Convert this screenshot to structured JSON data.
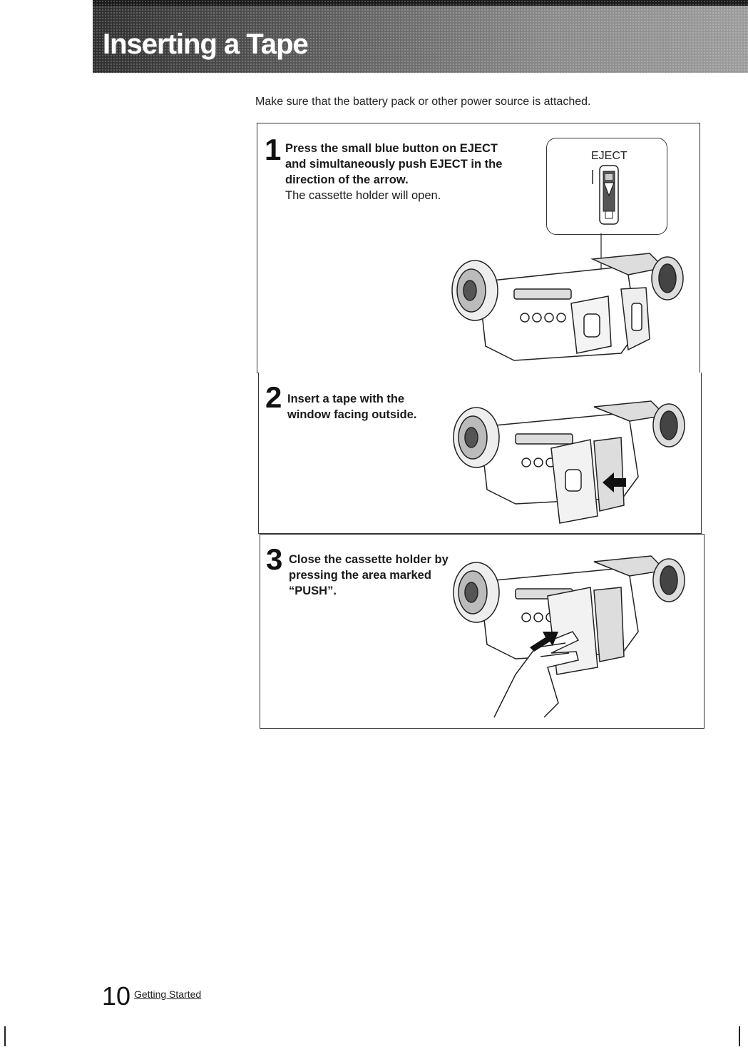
{
  "header": {
    "title": "Inserting a Tape"
  },
  "intro": "Make sure that the battery pack or other power source is attached.",
  "steps": [
    {
      "number": "1",
      "instruction": "Press the small blue button on EJECT and simultaneously push EJECT in the direction of the arrow.",
      "result": "The cassette  holder will open.",
      "callout_label": "EJECT"
    },
    {
      "number": "2",
      "instruction": "Insert a tape with the window facing outside."
    },
    {
      "number": "3",
      "instruction": "Close the cassette holder by pressing the area marked “PUSH”."
    }
  ],
  "footer": {
    "page_number": "10",
    "section": "Getting Started"
  }
}
